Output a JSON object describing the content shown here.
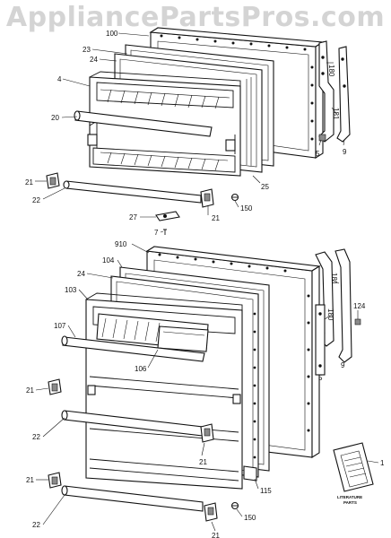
{
  "watermark": "AppliancePartsPros.com",
  "labels": {
    "top": {
      "l100": "100",
      "l23": "23",
      "l24": "24",
      "l4": "4",
      "l20": "20",
      "l180": "180",
      "l181": "181",
      "l5": "5",
      "l9": "9",
      "l25": "25",
      "l21a": "21",
      "l22": "22",
      "l150": "150",
      "l27": "27",
      "l21b": "21",
      "l7": "7"
    },
    "bottom": {
      "l910": "910",
      "l104": "104",
      "l24": "24",
      "l103": "103",
      "l107": "107",
      "l106": "106",
      "l181": "181",
      "l180": "180",
      "l124": "124",
      "l5": "5",
      "l9": "9",
      "l21a": "21",
      "l22a": "22",
      "l21b": "21",
      "l115": "115",
      "l21c": "21",
      "l22b": "22",
      "l150": "150",
      "l21d": "21",
      "l1": "1"
    },
    "literature": [
      "LITERATURE",
      "PARTS"
    ]
  }
}
